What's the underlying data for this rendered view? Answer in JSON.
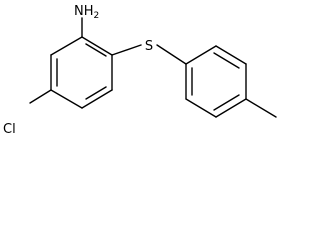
{
  "molecule": {
    "labels": {
      "amine": "NH",
      "amine_subscript": "2",
      "sulfur": "S",
      "chlorine": "Cl"
    },
    "colors": {
      "bond": "#000000",
      "text": "#000000",
      "background": "#ffffff"
    }
  }
}
